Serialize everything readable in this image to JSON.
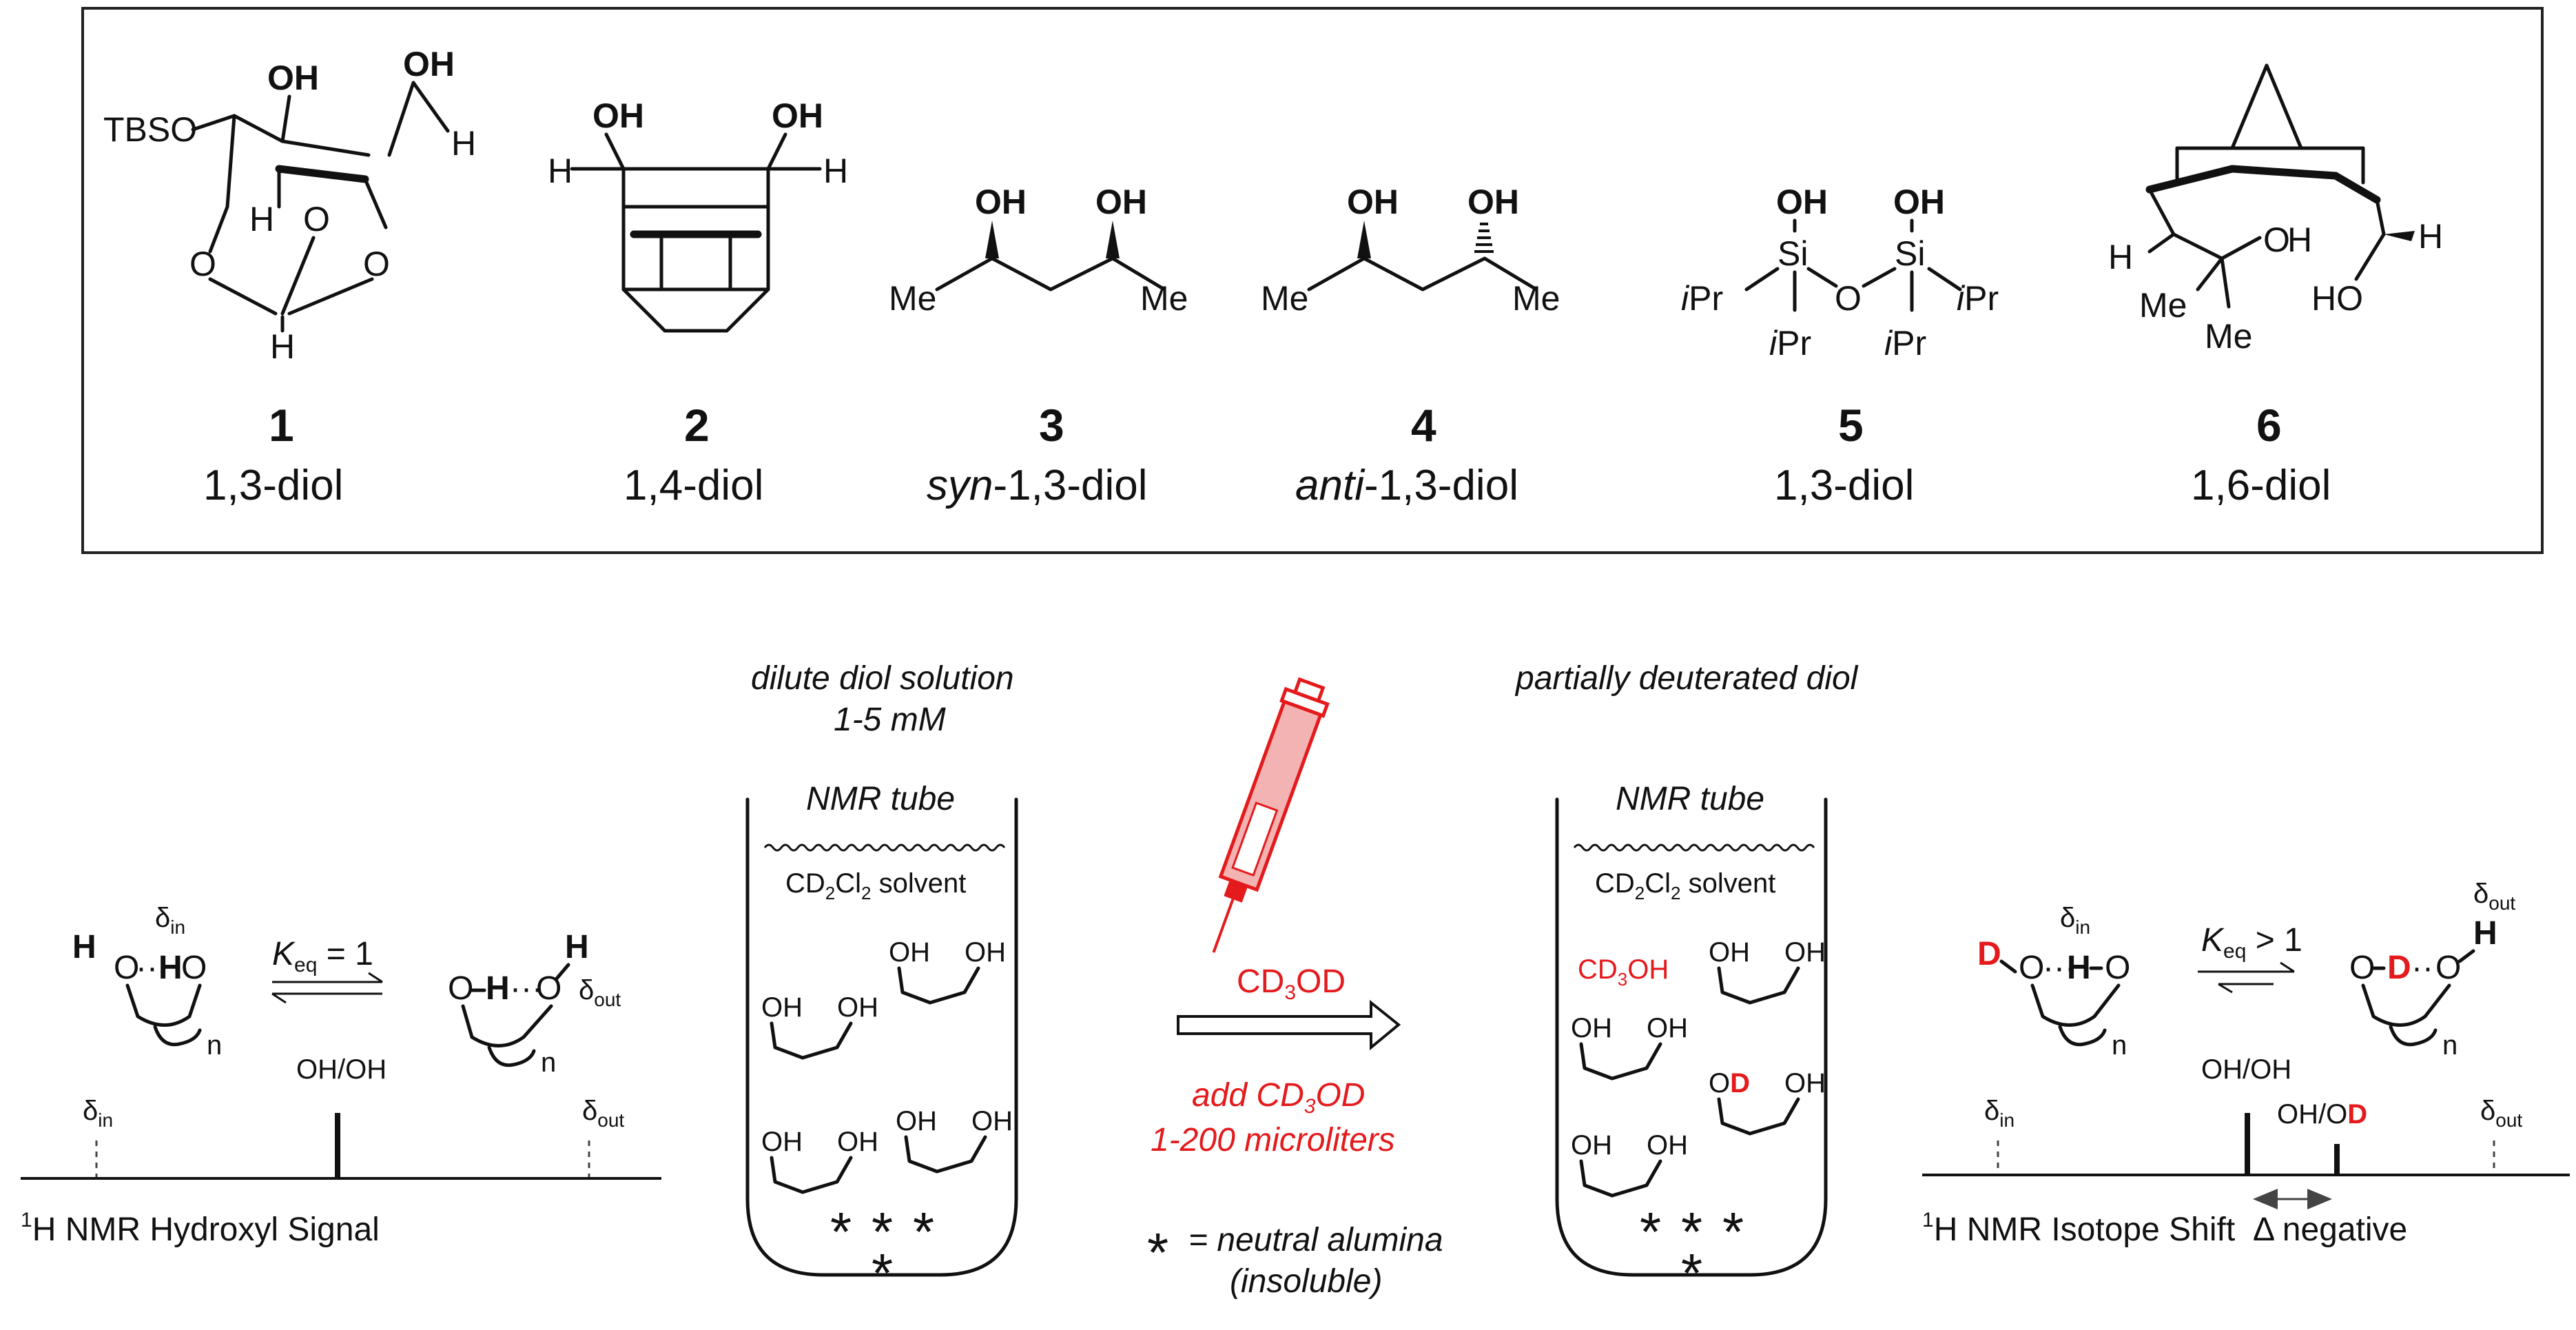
{
  "compounds": [
    {
      "number": "1",
      "type": "1,3-diol",
      "type_prefix": "",
      "type_suffix": ""
    },
    {
      "number": "2",
      "type": "1,4-diol",
      "type_prefix": "",
      "type_suffix": ""
    },
    {
      "number": "3",
      "type": "",
      "type_prefix": "syn",
      "type_suffix": "-1,3-diol"
    },
    {
      "number": "4",
      "type": "",
      "type_prefix": "anti",
      "type_suffix": "-1,3-diol"
    },
    {
      "number": "5",
      "type": "1,3-diol",
      "type_prefix": "",
      "type_suffix": ""
    },
    {
      "number": "6",
      "type": "1,6-diol",
      "type_prefix": "",
      "type_suffix": ""
    }
  ],
  "atoms": {
    "oh": "OH",
    "o": "O",
    "h": "H",
    "ho": "HO",
    "me": "Me",
    "tbso": "TBSO",
    "si": "Si",
    "ipr_i": "i",
    "ipr_pr": "Pr",
    "d": "D",
    "n": "n"
  },
  "left_panel": {
    "delta": "δ",
    "in": "in",
    "out": "out",
    "keq_k": "K",
    "keq_sub": "eq",
    "keq_value": " = 1",
    "signal_label": "OH/OH",
    "caption_sup": "1",
    "caption": "H NMR Hydroxyl Signal"
  },
  "middle_panel": {
    "top_line1": "dilute diol solution",
    "top_line2": "1-5 mM",
    "tube_label": "NMR tube",
    "solvent_a": "CD",
    "solvent_sub2": "2",
    "solvent_b": "Cl",
    "solvent_c": " solvent",
    "reagent_a": "CD",
    "reagent_sub": "3",
    "reagent_b": "OD",
    "add_line1": "add CD",
    "add_line1_b": "OD",
    "add_line2": "1-200 microliters",
    "asterisk": "*",
    "alumina_line1": "= neutral alumina",
    "alumina_line2": "(insoluble)",
    "right_top": "partially deuterated diol",
    "cd3oh_a": "CD",
    "cd3oh_b": "OH"
  },
  "right_panel": {
    "keq_value": " > 1",
    "signal1": "OH/OH",
    "signal2_a": "OH/O",
    "signal2_b": "D",
    "caption_sup": "1",
    "caption": "H NMR Isotope Shift",
    "delta_cap": "Δ negative"
  },
  "colors": {
    "accent": "#e41a1c",
    "ink": "#111111"
  }
}
